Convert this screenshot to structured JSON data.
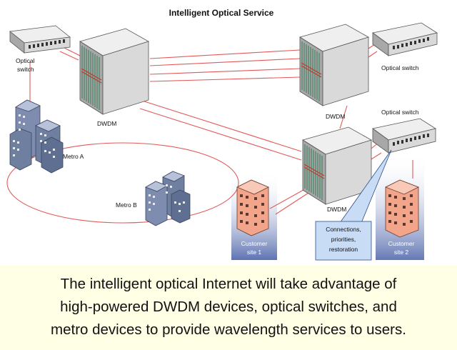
{
  "title": "Intelligent Optical Service",
  "labels": {
    "optical_switch_left": [
      "Optical",
      "switch"
    ],
    "optical_switch_top_right": "Optical switch",
    "optical_switch_mid_right": "Optical switch",
    "dwdm_left": "DWDM",
    "dwdm_right_top": "DWDM",
    "dwdm_right_bottom": "DWDM",
    "metro_a": "Metro A",
    "metro_b": "Metro B",
    "customer_site_1": [
      "Customer",
      "site 1"
    ],
    "customer_site_2": [
      "Customer",
      "site 2"
    ],
    "callout": [
      "Connections,",
      "priorities,",
      "restoration"
    ]
  },
  "caption": [
    "The intelligent optical Internet will take advantage of",
    "high-powered DWDM devices, optical switches, and",
    "metro devices to provide wavelength services to users."
  ],
  "colors": {
    "link": "#e25a5a",
    "device_face": "#d9d9d9",
    "device_top": "#efefef",
    "device_side": "#a8a8a8",
    "building": "#6f7fa0",
    "customer_building": "#f2a58a",
    "customer_panel": "#4a62a8",
    "callout": "#c9dcf5",
    "caption_bg": "#ffffe6"
  }
}
